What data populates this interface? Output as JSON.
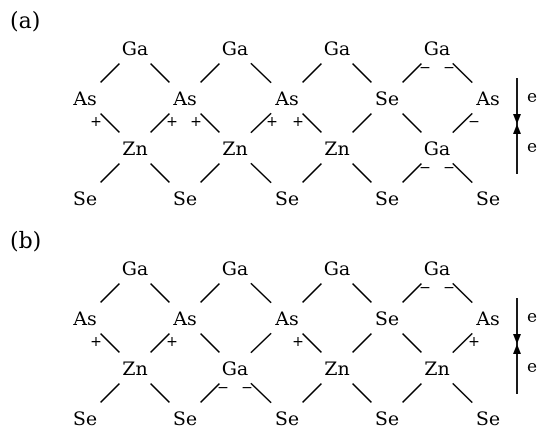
{
  "panels": [
    {
      "label": "(a)",
      "rows": [
        [
          "Ga",
          "Ga",
          "Ga",
          "Ga"
        ],
        [
          "As",
          "As",
          "As",
          "Se",
          "As"
        ],
        [
          "Zn",
          "Zn",
          "Zn",
          "Ga"
        ],
        [
          "Se",
          "Se",
          "Se",
          "Se",
          "Se"
        ]
      ],
      "charges": [
        {
          "bond": "up-left",
          "col": 3,
          "layer": 0,
          "sign": "−"
        },
        {
          "bond": "up-right",
          "col": 3,
          "layer": 0,
          "sign": "−"
        },
        {
          "bond": "down-left",
          "col": 0,
          "layer": 1,
          "sign": "+"
        },
        {
          "bond": "down-right",
          "col": 0,
          "layer": 1,
          "sign": "+"
        },
        {
          "bond": "down-left",
          "col": 1,
          "layer": 1,
          "sign": "+"
        },
        {
          "bond": "down-right",
          "col": 1,
          "layer": 1,
          "sign": "+"
        },
        {
          "bond": "down-left",
          "col": 2,
          "layer": 1,
          "sign": "+"
        },
        {
          "bond": "down-right",
          "col": 3,
          "layer": 1,
          "sign": "−"
        },
        {
          "bond": "down-left",
          "col": 3,
          "layer": 2,
          "sign": "−"
        },
        {
          "bond": "down-right",
          "col": 3,
          "layer": 2,
          "sign": "−"
        }
      ],
      "arrow_labels": [
        "e",
        "e"
      ]
    },
    {
      "label": "(b)",
      "rows": [
        [
          "Ga",
          "Ga",
          "Ga",
          "Ga"
        ],
        [
          "As",
          "As",
          "As",
          "Se",
          "As"
        ],
        [
          "Zn",
          "Ga",
          "Zn",
          "Zn"
        ],
        [
          "Se",
          "Se",
          "Se",
          "Se",
          "Se"
        ]
      ],
      "charges": [
        {
          "bond": "up-left",
          "col": 3,
          "layer": 0,
          "sign": "−"
        },
        {
          "bond": "up-right",
          "col": 3,
          "layer": 0,
          "sign": "−"
        },
        {
          "bond": "down-left",
          "col": 0,
          "layer": 1,
          "sign": "+"
        },
        {
          "bond": "down-right",
          "col": 0,
          "layer": 1,
          "sign": "+"
        },
        {
          "bond": "down-left",
          "col": 2,
          "layer": 1,
          "sign": "+"
        },
        {
          "bond": "down-right",
          "col": 3,
          "layer": 1,
          "sign": "+"
        },
        {
          "bond": "down-left",
          "col": 1,
          "layer": 2,
          "sign": "−"
        },
        {
          "bond": "down-right",
          "col": 1,
          "layer": 2,
          "sign": "−"
        }
      ],
      "arrow_labels": [
        "e",
        "e"
      ]
    }
  ]
}
